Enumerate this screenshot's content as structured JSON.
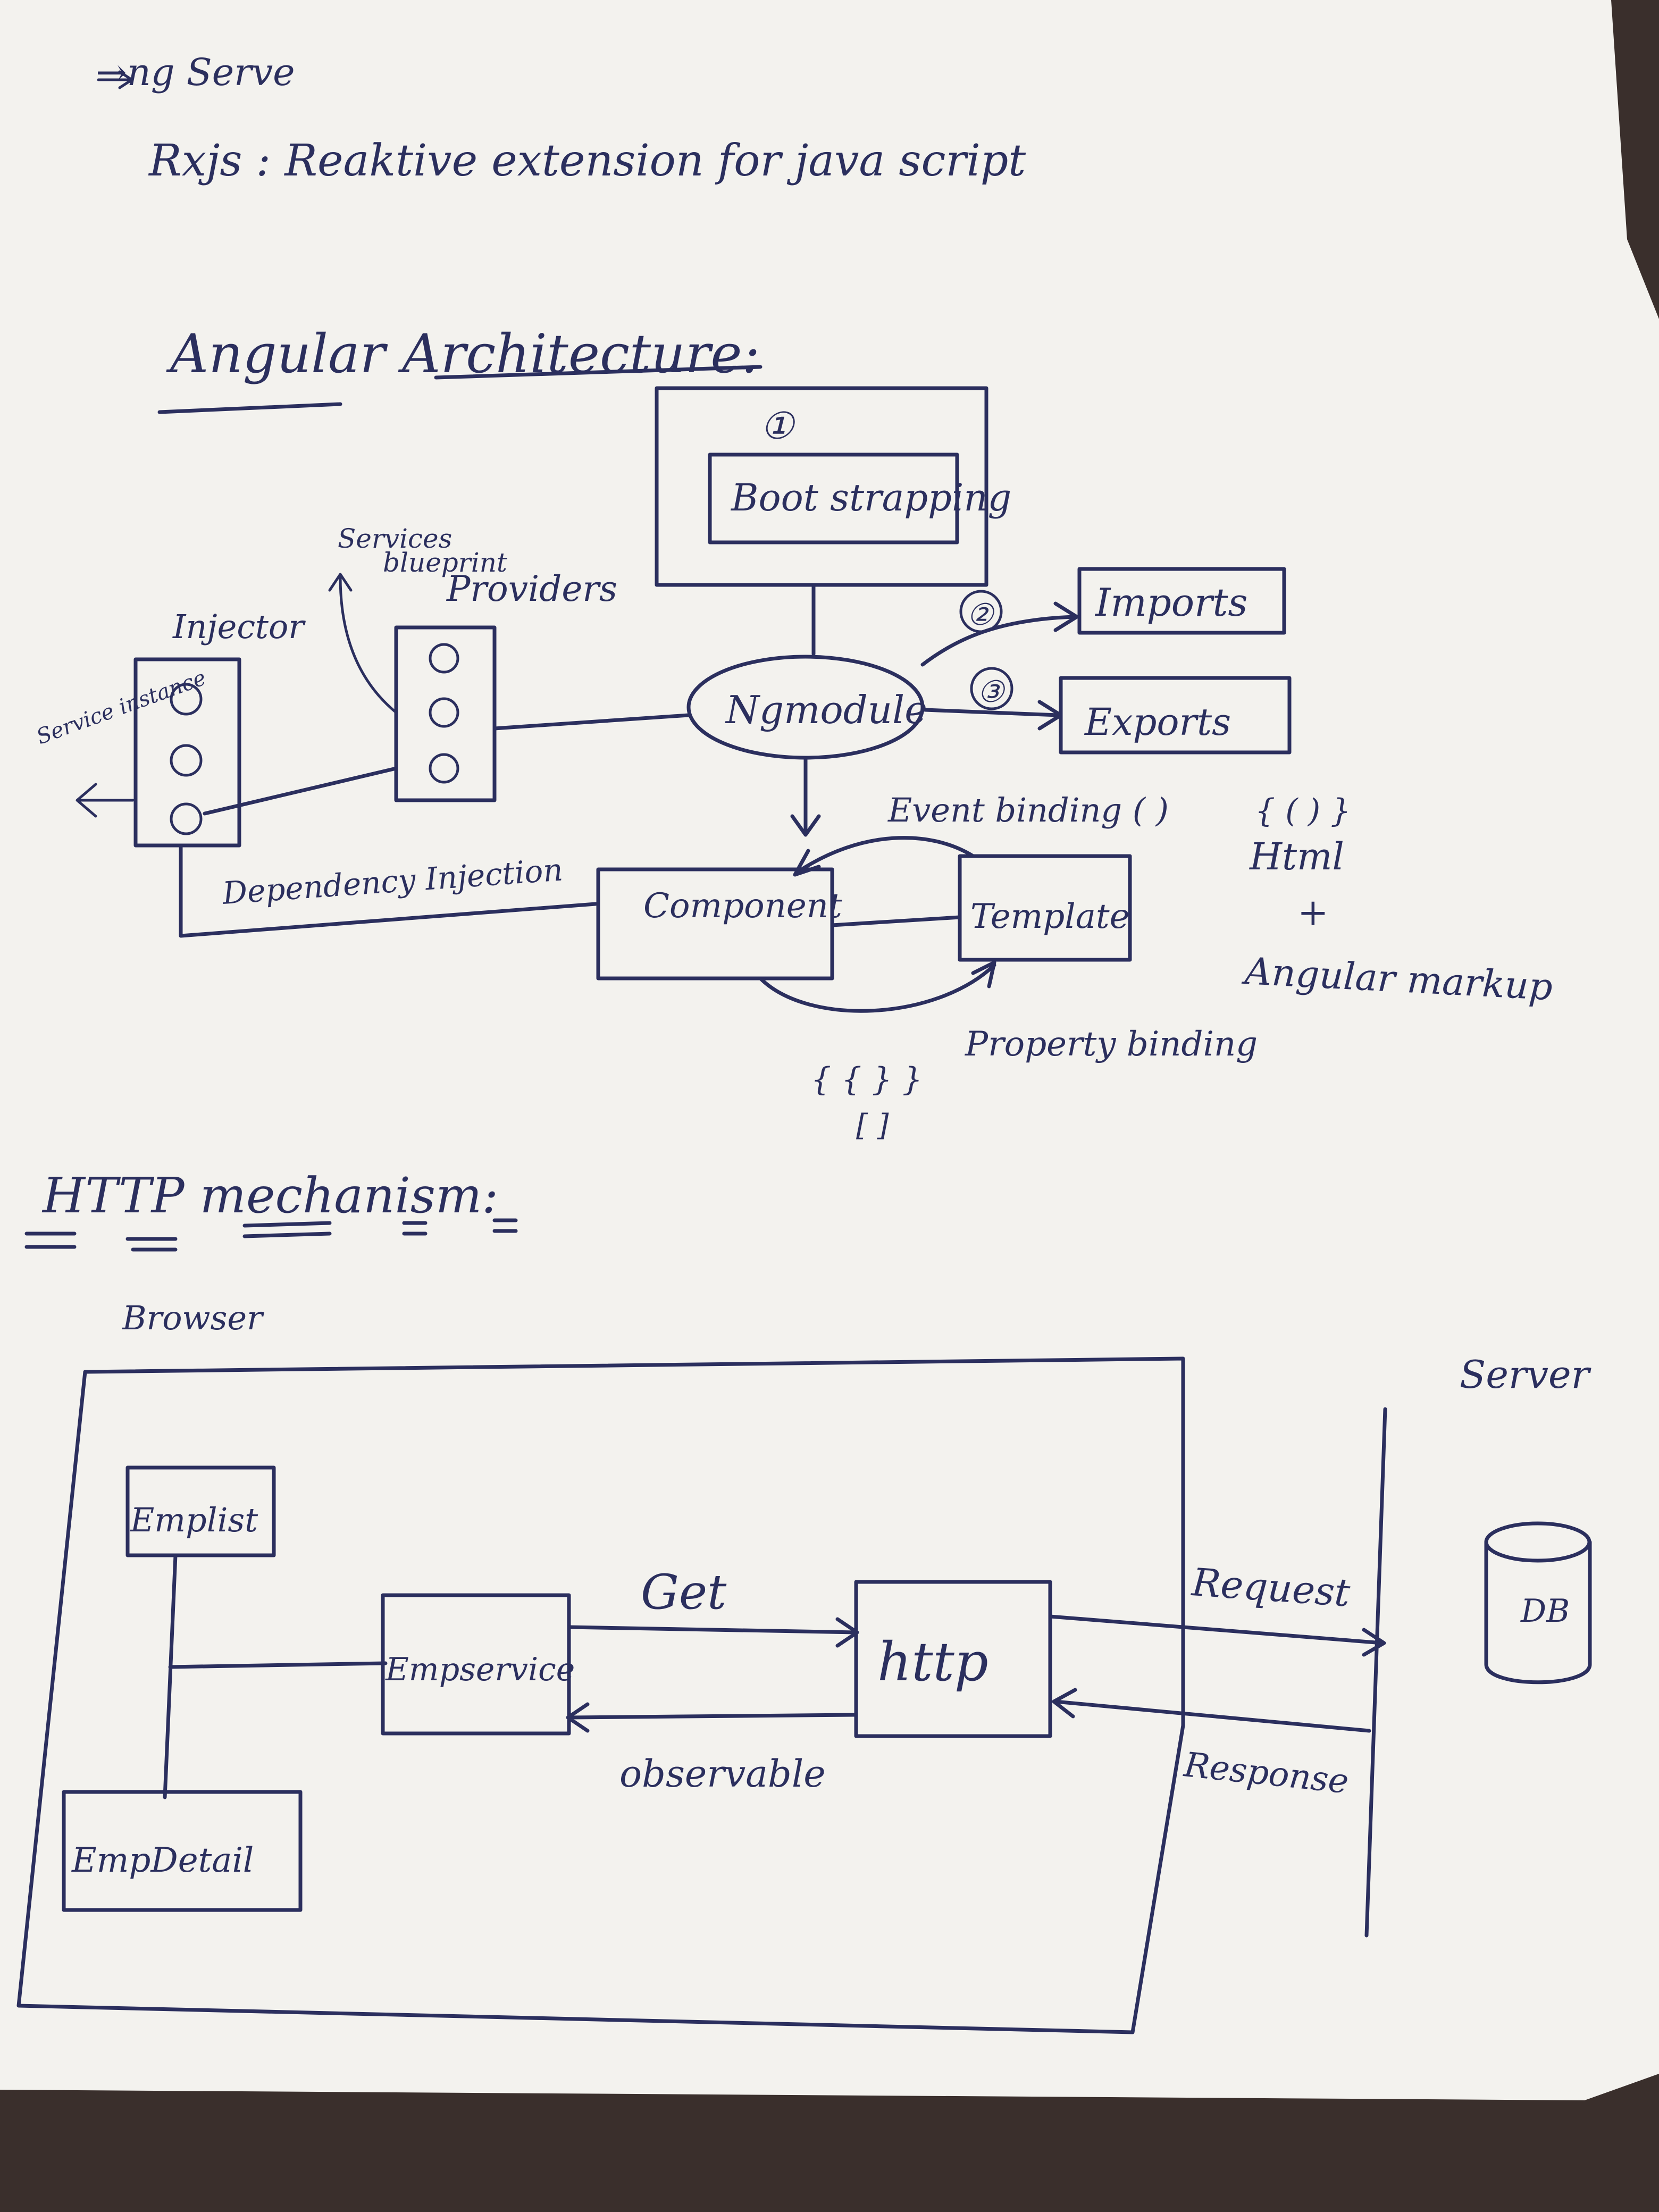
{
  "notes": {
    "line1": "→ng Serve",
    "line2": "Rxjs : Reaktive extension for java script"
  },
  "angular_architecture": {
    "heading": "Angular Architecture:",
    "bootstrapping": {
      "step": "①",
      "label": "Boot strapping"
    },
    "ngmodule": "Ngmodule",
    "imports": {
      "step": "②",
      "label": "Imports"
    },
    "exports": {
      "step": "③",
      "label": "Exports"
    },
    "injector": {
      "label": "Injector",
      "side_label": "Service instance"
    },
    "providers": {
      "label": "Providers",
      "note_line1": "Services",
      "note_line2": "blueprint"
    },
    "dependency_injection": "Dependency Injection",
    "component": "Component",
    "template": "Template",
    "event_binding": "Event binding ( )",
    "property_binding": "Property binding",
    "interpolation": "{ { } }",
    "brackets": "[ ]",
    "template_note": {
      "line1": "{ ( ) }",
      "line2": "Html",
      "line3": "+",
      "line4": "Angular markup"
    }
  },
  "http_mechanism": {
    "heading": "HTTP mechanism:",
    "browser": "Browser",
    "server": "Server",
    "emplist": "Emplist",
    "empdetail": "EmpDetail",
    "empservice": "Empservice",
    "http": "http",
    "get": "Get",
    "observable": "observable",
    "request": "Request",
    "response": "Response",
    "db": "DB"
  },
  "colors": {
    "ink": "#2b2f5e",
    "paper": "#f4f3ef",
    "background": "#3a2f2c"
  }
}
